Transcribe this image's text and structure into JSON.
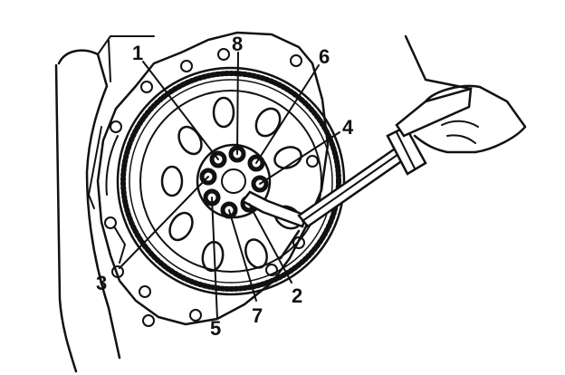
{
  "figure": {
    "callouts": [
      {
        "id": "1",
        "label": "1"
      },
      {
        "id": "8",
        "label": "8"
      },
      {
        "id": "6",
        "label": "6"
      },
      {
        "id": "4",
        "label": "4"
      },
      {
        "id": "3",
        "label": "3"
      },
      {
        "id": "2",
        "label": "2"
      },
      {
        "id": "7",
        "label": "7"
      },
      {
        "id": "5",
        "label": "5"
      }
    ],
    "bolt_count": 8,
    "colors": {
      "ink": "#111111",
      "paper": "#ffffff"
    }
  }
}
